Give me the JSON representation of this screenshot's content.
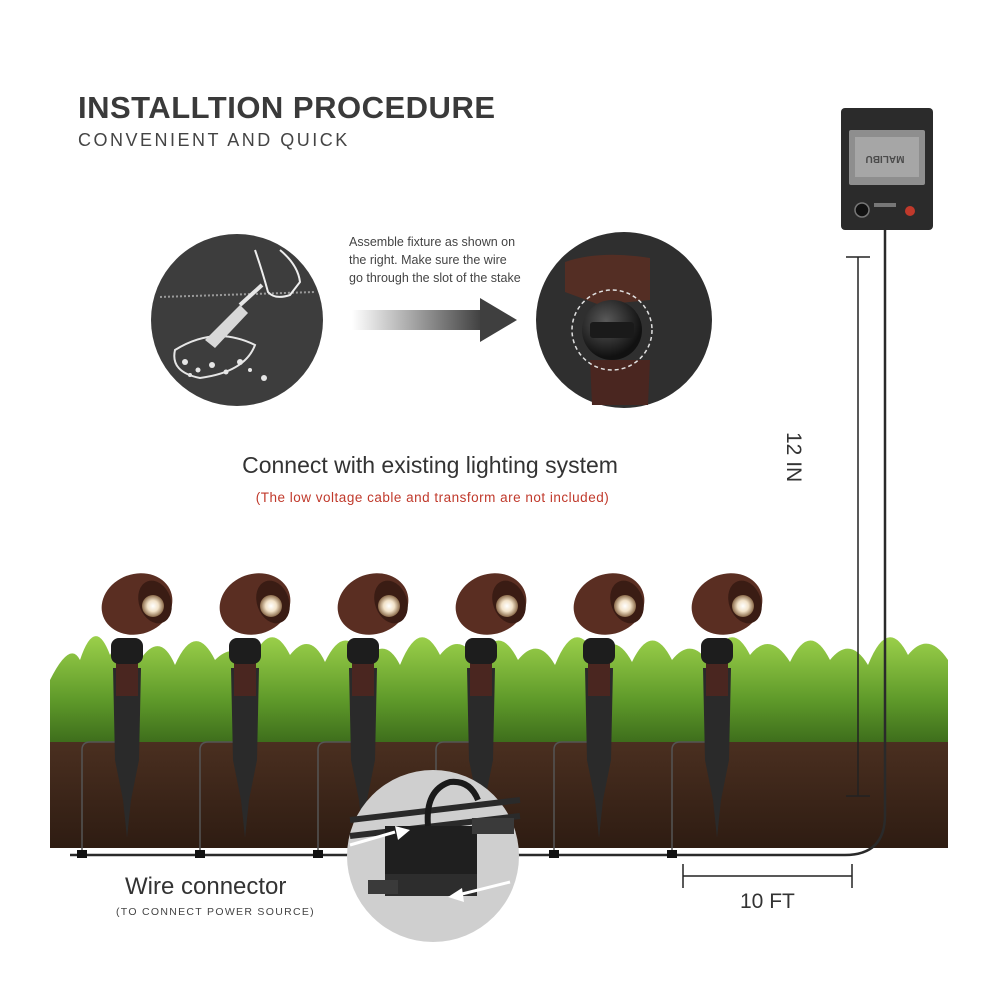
{
  "header": {
    "title": "INSTALLTION PROCEDURE",
    "subtitle": "CONVENIENT AND QUICK"
  },
  "step": {
    "instruction": "Assemble fixture as shown on the right. Make sure the wire go through the slot of the stake"
  },
  "section": {
    "heading": "Connect with existing lighting system",
    "note": "(The low voltage cable and transform are not included)"
  },
  "connector": {
    "label": "Wire connector",
    "sublabel": "(TO CONNECT POWER SOURCE)"
  },
  "dimensions": {
    "cable_length": "10 FT",
    "height": "12 IN"
  },
  "transformer": {
    "brand": "MALIBU"
  },
  "colors": {
    "fixture_bronze": "#5a2e22",
    "soil": "#3a2418",
    "grass": "#5f9a2a",
    "note_red": "#c0392b",
    "circle_gray": "#3d3d3d"
  },
  "lights": {
    "count": 6
  }
}
